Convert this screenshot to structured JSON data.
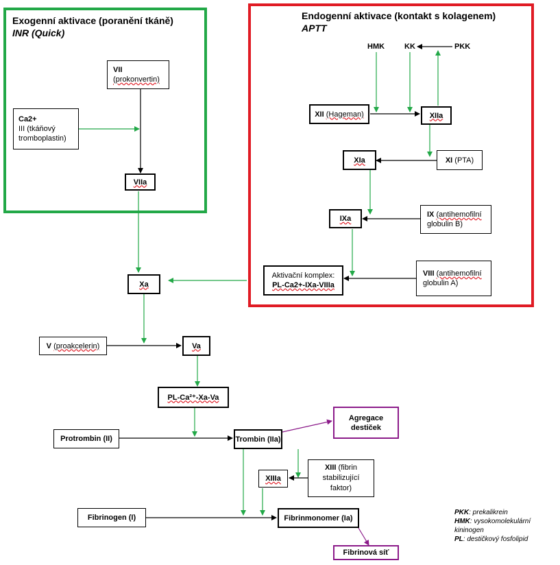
{
  "exogenous": {
    "title": "Exogenní aktivace (poranění tkáně)",
    "subtitle": "INR (Quick)"
  },
  "endogenous": {
    "title": "Endogenní aktivace (kontakt s kolagenem)",
    "subtitle": "APTT"
  },
  "nodes": {
    "vii_a": "VII",
    "vii_b": "(prokonvertin)",
    "ca_a": "Ca2+",
    "ca_b": "III (tkáňový",
    "ca_c": "tromboplastin)",
    "viia": "VIIa",
    "hmk": "HMK",
    "kk": "KK",
    "pkk": "PKK",
    "xii_a": "XII",
    "xii_b": "(Hageman)",
    "xiia": "XIIa",
    "xia": "XIa",
    "xi_a": "XI",
    "xi_b": "(PTA)",
    "ixa": "IXa",
    "ix_a": "IX",
    "ix_b": "(antihemofilní",
    "ix_c": "globulin B)",
    "complex_a": "Aktivační komplex:",
    "complex_b": "PL-Ca2+-IXa-VIIIa",
    "viii_a": "VIII",
    "viii_b": "(antihemofilní",
    "viii_c": "globulin A)",
    "xa": "Xa",
    "v_a": "V",
    "v_b": "(proakcelerin)",
    "va": "Va",
    "pl_complex": "PL-Ca²⁺-Xa-Va",
    "protrombin": "Protrombin (II)",
    "trombin": "Trombin (IIa)",
    "agregace": "Agregace destiček",
    "xiiia": "XIIIa",
    "xiii_a": "XIII",
    "xiii_b": "(fibrin stabilizující faktor)",
    "fibrinogen": "Fibrinogen (I)",
    "fibrinmonomer": "Fibrinmonomer (Ia)",
    "fibrinova_sit": "Fibrinová síť"
  },
  "legend": [
    {
      "abbr": "PKK",
      "text": ": prekalikrein"
    },
    {
      "abbr": "HMK",
      "text": ": vysokomolekulární kininogen"
    },
    {
      "abbr": "PL",
      "text": ": destičkový fosfolipid"
    }
  ],
  "colors": {
    "green": "#22a847",
    "red": "#e01b24",
    "purple": "#8b1a89",
    "black": "#000000"
  }
}
